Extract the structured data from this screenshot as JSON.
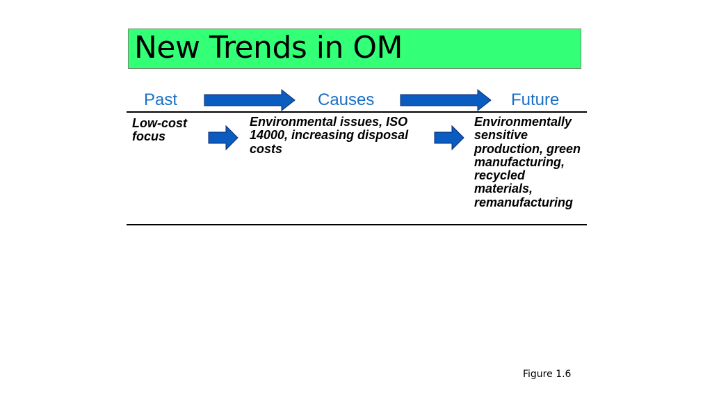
{
  "title": "New Trends in OM",
  "headers": {
    "past": "Past",
    "causes": "Causes",
    "future": "Future"
  },
  "row": {
    "past": "Low-cost focus",
    "causes": "Environmental issues, ISO 14000, increasing disposal costs",
    "future": "Environmentally sensitive production, green manufacturing, recycled materials, remanufacturing"
  },
  "caption": "Figure 1.6",
  "colors": {
    "title_bg": "#33ff77",
    "header_text": "#1a6fc4",
    "arrow_fill": "#0a5cc0",
    "arrow_stroke": "#0b2a6e"
  }
}
